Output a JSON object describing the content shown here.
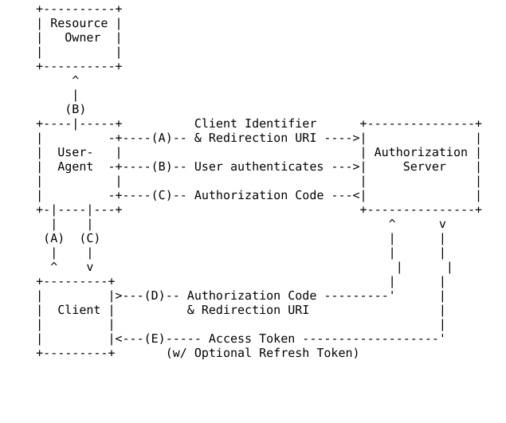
{
  "diagram": {
    "title": "OAuth 2.0 Authorization Code Flow",
    "kind": "ascii-art-flow-diagram",
    "font_color": "#000000",
    "background_color": "#ffffff",
    "nodes": [
      {
        "id": "resource-owner",
        "label_lines": [
          "Resource",
          "Owner"
        ],
        "label": "Resource Owner"
      },
      {
        "id": "user-agent",
        "label_lines": [
          "User-",
          "Agent"
        ],
        "label": "User-Agent"
      },
      {
        "id": "authorization-server",
        "label_lines": [
          "Authorization",
          "Server"
        ],
        "label": "Authorization Server"
      },
      {
        "id": "client",
        "label_lines": [
          "Client"
        ],
        "label": "Client"
      }
    ],
    "steps": [
      {
        "tag": "(A)",
        "text": "Client Identifier & Redirection URI",
        "from": "user-agent",
        "to": "authorization-server",
        "direction": "right"
      },
      {
        "tag": "(B)",
        "text": "User authenticates",
        "from": "resource-owner",
        "to": "authorization-server",
        "direction": "right"
      },
      {
        "tag": "(C)",
        "text": "Authorization Code",
        "from": "authorization-server",
        "to": "user-agent",
        "direction": "left"
      },
      {
        "tag": "(D)",
        "text": "Authorization Code & Redirection URI",
        "from": "client",
        "to": "authorization-server",
        "direction": "right"
      },
      {
        "tag": "(E)",
        "text": "Access Token (w/ Optional Refresh Token)",
        "from": "authorization-server",
        "to": "client",
        "direction": "left"
      }
    ],
    "text_fragments": {
      "resource_owner_l1": "Resource",
      "resource_owner_l2": "Owner",
      "user_agent_l1": "User-",
      "user_agent_l2": "Agent",
      "authorization_server_l1": "Authorization",
      "authorization_server_l2": "Server",
      "client": "Client",
      "client_identifier": "Client Identifier",
      "redirection_uri": "& Redirection URI",
      "user_authenticates": "User authenticates",
      "authorization_code": "Authorization Code",
      "access_token": "Access Token",
      "optional_refresh_token": "(w/ Optional Refresh Token)",
      "step_a": "(A)",
      "step_b": "(B)",
      "step_c": "(C)",
      "step_d": "(D)",
      "step_e": "(E)"
    },
    "lines": [
      "     +----------+",
      "     | Resource |",
      "     |   Owner  |",
      "     |          |",
      "     +----------+",
      "          ^",
      "          |",
      "         (B)",
      "     +----|-----+          Client Identifier      +---------------+",
      "     |         -+----(A)-- & Redirection URI ---->|               |",
      "     |  User-   |                                 | Authorization |",
      "     |  Agent  -+----(B)-- User authenticates --->|     Server    |",
      "     |          |                                 |               |",
      "     |         -+----(C)-- Authorization Code ---<|               |",
      "     +-|----|---+                                 +---------------+",
      "       |    |                                         ^      v",
      "      (A)  (C)                                        |      |",
      "       |    |                                         |      |",
      "       ^    v                                          |      |",
      "     +---------+                                      |      |",
      "     |         |>---(D)-- Authorization Code ---------'      |",
      "     |  Client |          & Redirection URI                  |",
      "     |         |                                             |",
      "     |         |<---(E)----- Access Token -------------------'",
      "     +---------+       (w/ Optional Refresh Token)"
    ]
  }
}
